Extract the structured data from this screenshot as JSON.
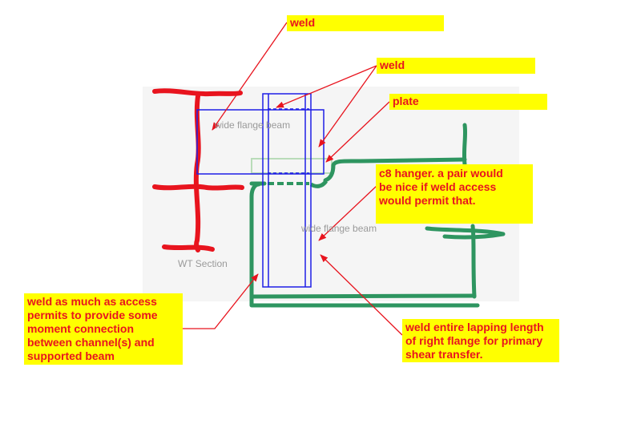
{
  "callouts": {
    "weld_top": "weld",
    "weld_right": "weld",
    "plate": "plate",
    "c8_hanger": "c8 hanger.  a pair would\nbe nice if weld access\nwould permit that.",
    "weld_moment": "weld as much as access\npermits to provide some\nmoment connection\nbetween channel(s) and\nsupported beam",
    "weld_lapping": "weld entire lapping length\nof right flange for primary\nshear transfer."
  },
  "background_labels": {
    "upper_beam": "wide flange beam",
    "lower_beam": "wide flange beam",
    "wt_section": "WT Section"
  },
  "colors": {
    "note_fill": "#ffff00",
    "note_text": "#e8141e",
    "arrow": "#e8141e",
    "wt_section_sketch": "#e8141e",
    "channel_sketch": "#2e9560",
    "beam_outline": "#1e1ee6",
    "faint_label": "#9a9a9a"
  }
}
